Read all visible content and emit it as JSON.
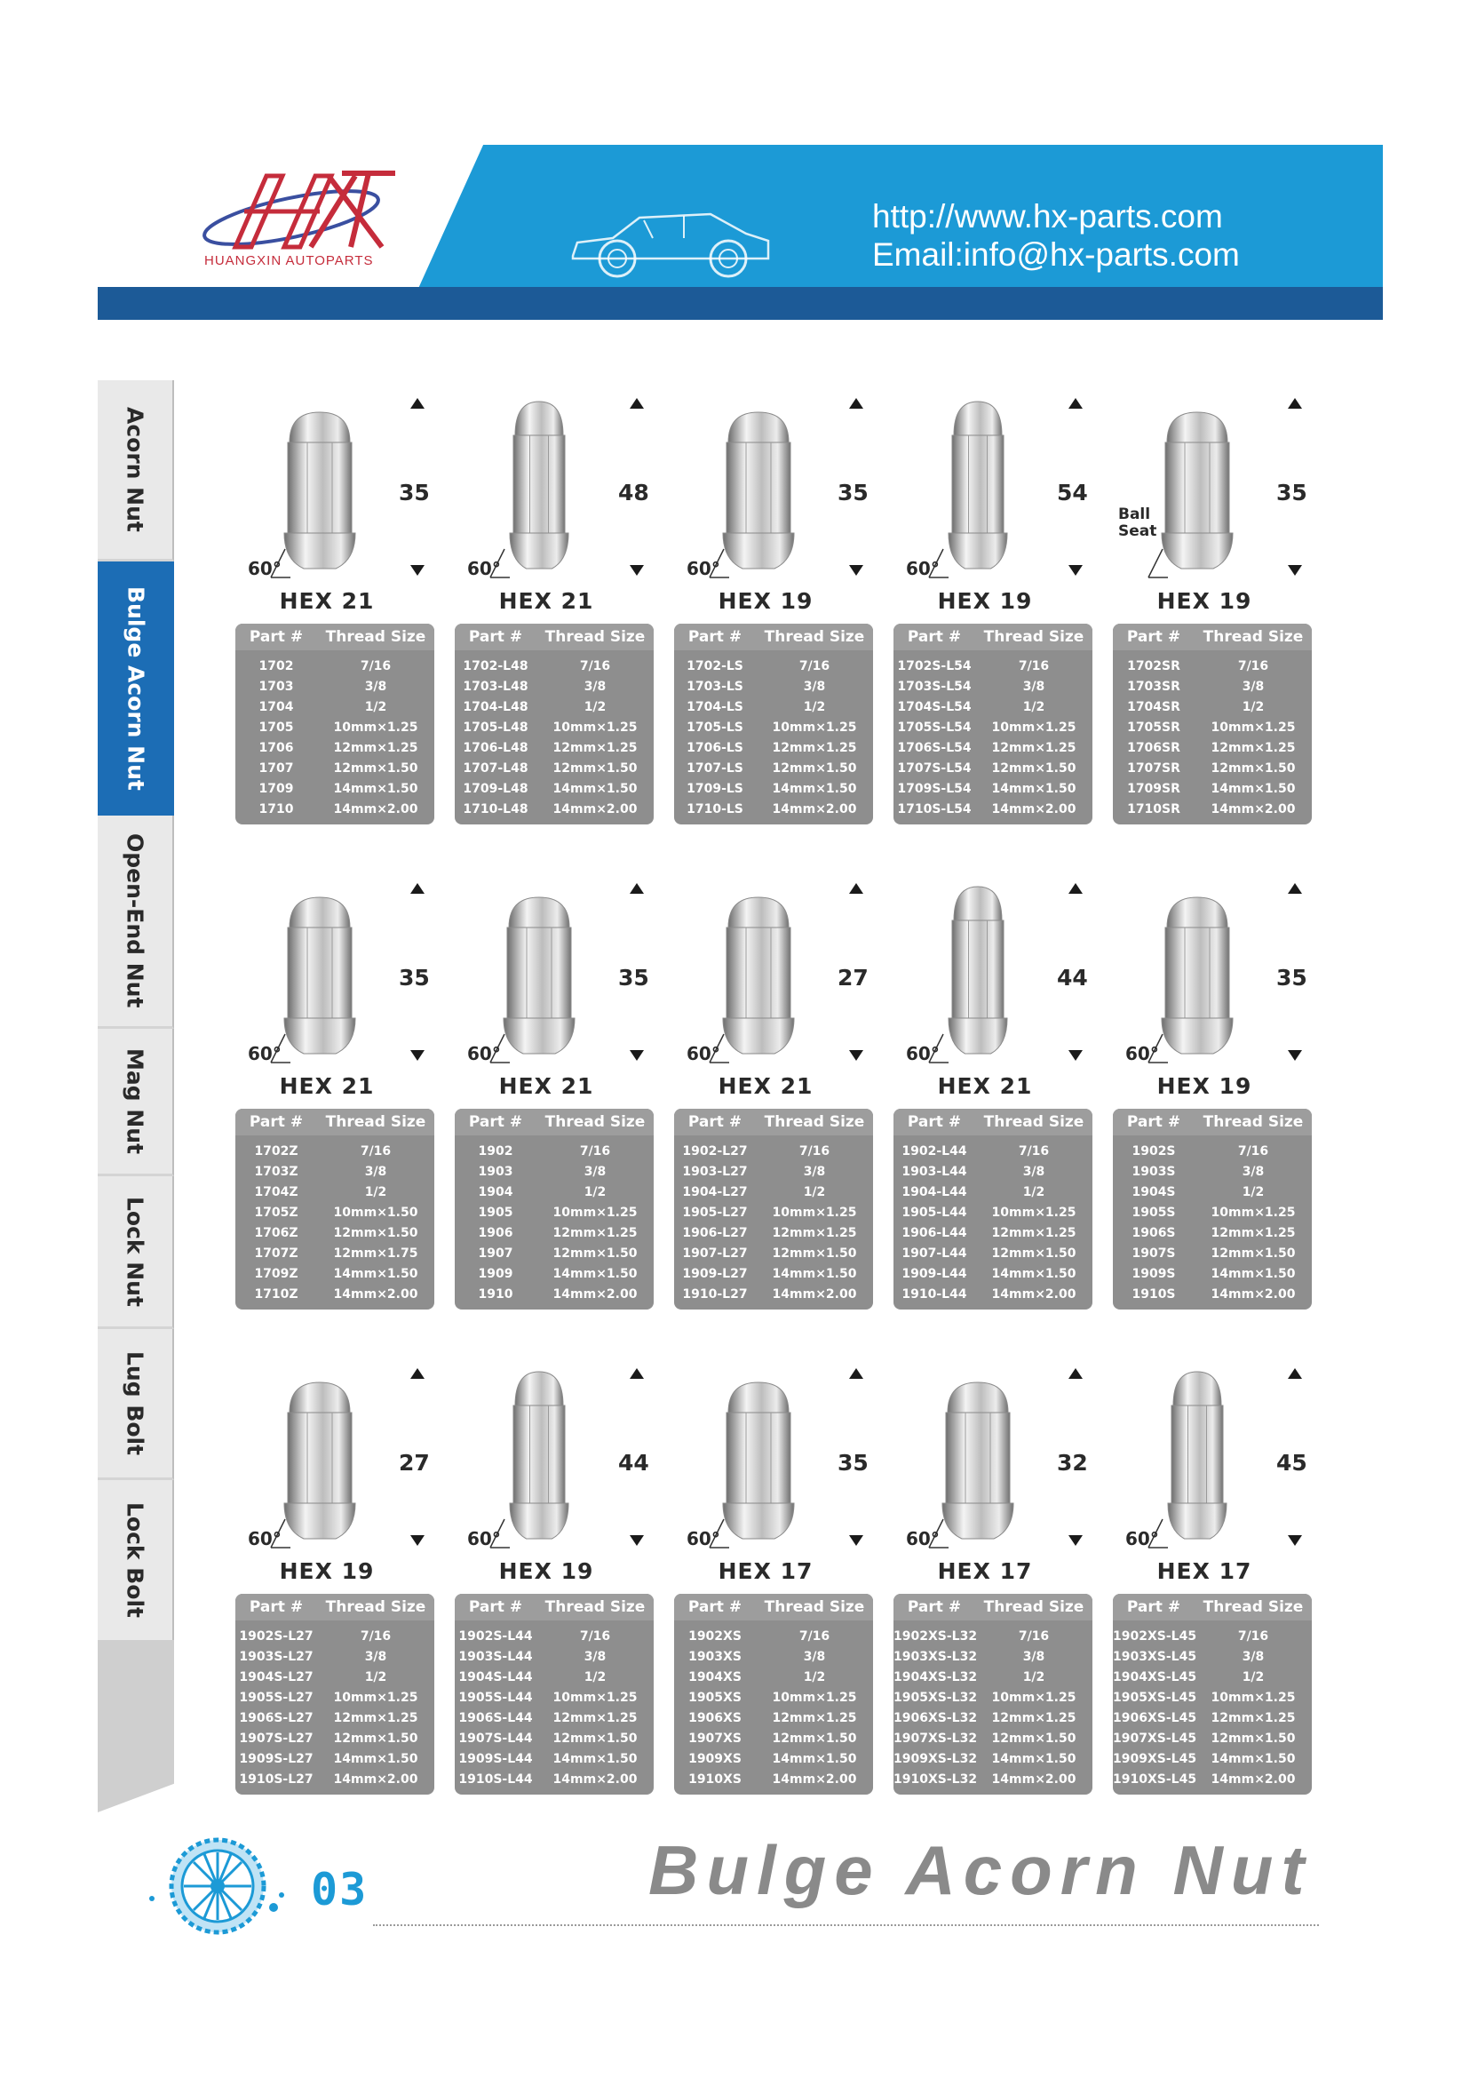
{
  "header": {
    "brand": "HUANGXIN AUTOPARTS",
    "url": "http://www.hx-parts.com",
    "email": "Email:info@hx-parts.com",
    "brand_colors": {
      "blue": "#1c9ad6",
      "dark_blue": "#1c5a97",
      "red": "#c52c3b"
    }
  },
  "tabs": [
    {
      "label": "Acorn Nut",
      "active": false
    },
    {
      "label": "Bulge Acorn Nut",
      "active": true
    },
    {
      "label": "Open-End Nut",
      "active": false
    },
    {
      "label": "Mag Nut",
      "active": false
    },
    {
      "label": "Lock Nut",
      "active": false
    },
    {
      "label": "Lug Bolt",
      "active": false
    },
    {
      "label": "Lock Bolt",
      "active": false
    }
  ],
  "table_header": {
    "part": "Part #",
    "thread": "Thread Size"
  },
  "angle_label": "60°",
  "products": [
    {
      "height": "35",
      "hex": "HEX 21",
      "rows": [
        [
          "1702",
          "7/16"
        ],
        [
          "1703",
          "3/8"
        ],
        [
          "1704",
          "1/2"
        ],
        [
          "1705",
          "10mm×1.25"
        ],
        [
          "1706",
          "12mm×1.25"
        ],
        [
          "1707",
          "12mm×1.50"
        ],
        [
          "1709",
          "14mm×1.50"
        ],
        [
          "1710",
          "14mm×2.00"
        ]
      ]
    },
    {
      "height": "48",
      "hex": "HEX 21",
      "rows": [
        [
          "1702-L48",
          "7/16"
        ],
        [
          "1703-L48",
          "3/8"
        ],
        [
          "1704-L48",
          "1/2"
        ],
        [
          "1705-L48",
          "10mm×1.25"
        ],
        [
          "1706-L48",
          "12mm×1.25"
        ],
        [
          "1707-L48",
          "12mm×1.50"
        ],
        [
          "1709-L48",
          "14mm×1.50"
        ],
        [
          "1710-L48",
          "14mm×2.00"
        ]
      ]
    },
    {
      "height": "35",
      "hex": "HEX 19",
      "rows": [
        [
          "1702-LS",
          "7/16"
        ],
        [
          "1703-LS",
          "3/8"
        ],
        [
          "1704-LS",
          "1/2"
        ],
        [
          "1705-LS",
          "10mm×1.25"
        ],
        [
          "1706-LS",
          "12mm×1.25"
        ],
        [
          "1707-LS",
          "12mm×1.50"
        ],
        [
          "1709-LS",
          "14mm×1.50"
        ],
        [
          "1710-LS",
          "14mm×2.00"
        ]
      ]
    },
    {
      "height": "54",
      "hex": "HEX 19",
      "rows": [
        [
          "1702S-L54",
          "7/16"
        ],
        [
          "1703S-L54",
          "3/8"
        ],
        [
          "1704S-L54",
          "1/2"
        ],
        [
          "1705S-L54",
          "10mm×1.25"
        ],
        [
          "1706S-L54",
          "12mm×1.25"
        ],
        [
          "1707S-L54",
          "12mm×1.50"
        ],
        [
          "1709S-L54",
          "14mm×1.50"
        ],
        [
          "1710S-L54",
          "14mm×2.00"
        ]
      ]
    },
    {
      "height": "35",
      "hex": "HEX 19",
      "ball_seat": "Ball Seat",
      "rows": [
        [
          "1702SR",
          "7/16"
        ],
        [
          "1703SR",
          "3/8"
        ],
        [
          "1704SR",
          "1/2"
        ],
        [
          "1705SR",
          "10mm×1.25"
        ],
        [
          "1706SR",
          "12mm×1.25"
        ],
        [
          "1707SR",
          "12mm×1.50"
        ],
        [
          "1709SR",
          "14mm×1.50"
        ],
        [
          "1710SR",
          "14mm×2.00"
        ]
      ]
    },
    {
      "height": "35",
      "hex": "HEX 21",
      "rows": [
        [
          "1702Z",
          "7/16"
        ],
        [
          "1703Z",
          "3/8"
        ],
        [
          "1704Z",
          "1/2"
        ],
        [
          "1705Z",
          "10mm×1.50"
        ],
        [
          "1706Z",
          "12mm×1.50"
        ],
        [
          "1707Z",
          "12mm×1.75"
        ],
        [
          "1709Z",
          "14mm×1.50"
        ],
        [
          "1710Z",
          "14mm×2.00"
        ]
      ]
    },
    {
      "height": "35",
      "hex": "HEX 21",
      "rows": [
        [
          "1902",
          "7/16"
        ],
        [
          "1903",
          "3/8"
        ],
        [
          "1904",
          "1/2"
        ],
        [
          "1905",
          "10mm×1.25"
        ],
        [
          "1906",
          "12mm×1.25"
        ],
        [
          "1907",
          "12mm×1.50"
        ],
        [
          "1909",
          "14mm×1.50"
        ],
        [
          "1910",
          "14mm×2.00"
        ]
      ]
    },
    {
      "height": "27",
      "hex": "HEX 21",
      "rows": [
        [
          "1902-L27",
          "7/16"
        ],
        [
          "1903-L27",
          "3/8"
        ],
        [
          "1904-L27",
          "1/2"
        ],
        [
          "1905-L27",
          "10mm×1.25"
        ],
        [
          "1906-L27",
          "12mm×1.25"
        ],
        [
          "1907-L27",
          "12mm×1.50"
        ],
        [
          "1909-L27",
          "14mm×1.50"
        ],
        [
          "1910-L27",
          "14mm×2.00"
        ]
      ]
    },
    {
      "height": "44",
      "hex": "HEX 21",
      "rows": [
        [
          "1902-L44",
          "7/16"
        ],
        [
          "1903-L44",
          "3/8"
        ],
        [
          "1904-L44",
          "1/2"
        ],
        [
          "1905-L44",
          "10mm×1.25"
        ],
        [
          "1906-L44",
          "12mm×1.25"
        ],
        [
          "1907-L44",
          "12mm×1.50"
        ],
        [
          "1909-L44",
          "14mm×1.50"
        ],
        [
          "1910-L44",
          "14mm×2.00"
        ]
      ]
    },
    {
      "height": "35",
      "hex": "HEX 19",
      "rows": [
        [
          "1902S",
          "7/16"
        ],
        [
          "1903S",
          "3/8"
        ],
        [
          "1904S",
          "1/2"
        ],
        [
          "1905S",
          "10mm×1.25"
        ],
        [
          "1906S",
          "12mm×1.25"
        ],
        [
          "1907S",
          "12mm×1.50"
        ],
        [
          "1909S",
          "14mm×1.50"
        ],
        [
          "1910S",
          "14mm×2.00"
        ]
      ]
    },
    {
      "height": "27",
      "hex": "HEX 19",
      "rows": [
        [
          "1902S-L27",
          "7/16"
        ],
        [
          "1903S-L27",
          "3/8"
        ],
        [
          "1904S-L27",
          "1/2"
        ],
        [
          "1905S-L27",
          "10mm×1.25"
        ],
        [
          "1906S-L27",
          "12mm×1.25"
        ],
        [
          "1907S-L27",
          "12mm×1.50"
        ],
        [
          "1909S-L27",
          "14mm×1.50"
        ],
        [
          "1910S-L27",
          "14mm×2.00"
        ]
      ]
    },
    {
      "height": "44",
      "hex": "HEX 19",
      "rows": [
        [
          "1902S-L44",
          "7/16"
        ],
        [
          "1903S-L44",
          "3/8"
        ],
        [
          "1904S-L44",
          "1/2"
        ],
        [
          "1905S-L44",
          "10mm×1.25"
        ],
        [
          "1906S-L44",
          "12mm×1.25"
        ],
        [
          "1907S-L44",
          "12mm×1.50"
        ],
        [
          "1909S-L44",
          "14mm×1.50"
        ],
        [
          "1910S-L44",
          "14mm×2.00"
        ]
      ]
    },
    {
      "height": "35",
      "hex": "HEX 17",
      "rows": [
        [
          "1902XS",
          "7/16"
        ],
        [
          "1903XS",
          "3/8"
        ],
        [
          "1904XS",
          "1/2"
        ],
        [
          "1905XS",
          "10mm×1.25"
        ],
        [
          "1906XS",
          "12mm×1.25"
        ],
        [
          "1907XS",
          "12mm×1.50"
        ],
        [
          "1909XS",
          "14mm×1.50"
        ],
        [
          "1910XS",
          "14mm×2.00"
        ]
      ]
    },
    {
      "height": "32",
      "hex": "HEX 17",
      "rows": [
        [
          "1902XS-L32",
          "7/16"
        ],
        [
          "1903XS-L32",
          "3/8"
        ],
        [
          "1904XS-L32",
          "1/2"
        ],
        [
          "1905XS-L32",
          "10mm×1.25"
        ],
        [
          "1906XS-L32",
          "12mm×1.25"
        ],
        [
          "1907XS-L32",
          "12mm×1.50"
        ],
        [
          "1909XS-L32",
          "14mm×1.50"
        ],
        [
          "1910XS-L32",
          "14mm×2.00"
        ]
      ]
    },
    {
      "height": "45",
      "hex": "HEX 17",
      "rows": [
        [
          "1902XS-L45",
          "7/16"
        ],
        [
          "1903XS-L45",
          "3/8"
        ],
        [
          "1904XS-L45",
          "1/2"
        ],
        [
          "1905XS-L45",
          "10mm×1.25"
        ],
        [
          "1906XS-L45",
          "12mm×1.25"
        ],
        [
          "1907XS-L45",
          "12mm×1.50"
        ],
        [
          "1909XS-L45",
          "14mm×1.50"
        ],
        [
          "1910XS-L45",
          "14mm×2.00"
        ]
      ]
    }
  ],
  "footer": {
    "page_number": "03",
    "section_title": "Bulge Acorn Nut"
  }
}
